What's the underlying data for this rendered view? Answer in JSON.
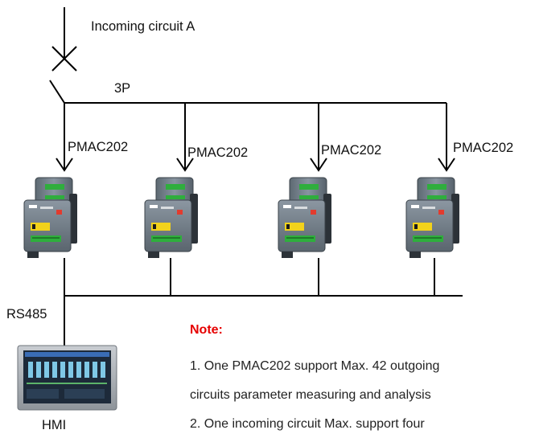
{
  "labels": {
    "incoming": "Incoming circuit A",
    "phase": "3P",
    "rs485": "RS485",
    "hmi": "HMI"
  },
  "meters": [
    {
      "label": "PMAC202"
    },
    {
      "label": "PMAC202"
    },
    {
      "label": "PMAC202"
    },
    {
      "label": "PMAC202"
    }
  ],
  "note": {
    "title": "Note:",
    "lines": [
      "1. One PMAC202 support Max. 42 outgoing",
      "circuits parameter measuring and analysis",
      "2. One incoming circuit Max. support four"
    ]
  },
  "colors": {
    "line": "#000000",
    "note_title": "#e60000",
    "device_body": "#6f7c86",
    "terminal_green": "#2fae3d",
    "warning_yellow": "#f2d21b",
    "hmi_frame": "#a9aeb4",
    "hmi_screen": "#1d2a3a"
  }
}
